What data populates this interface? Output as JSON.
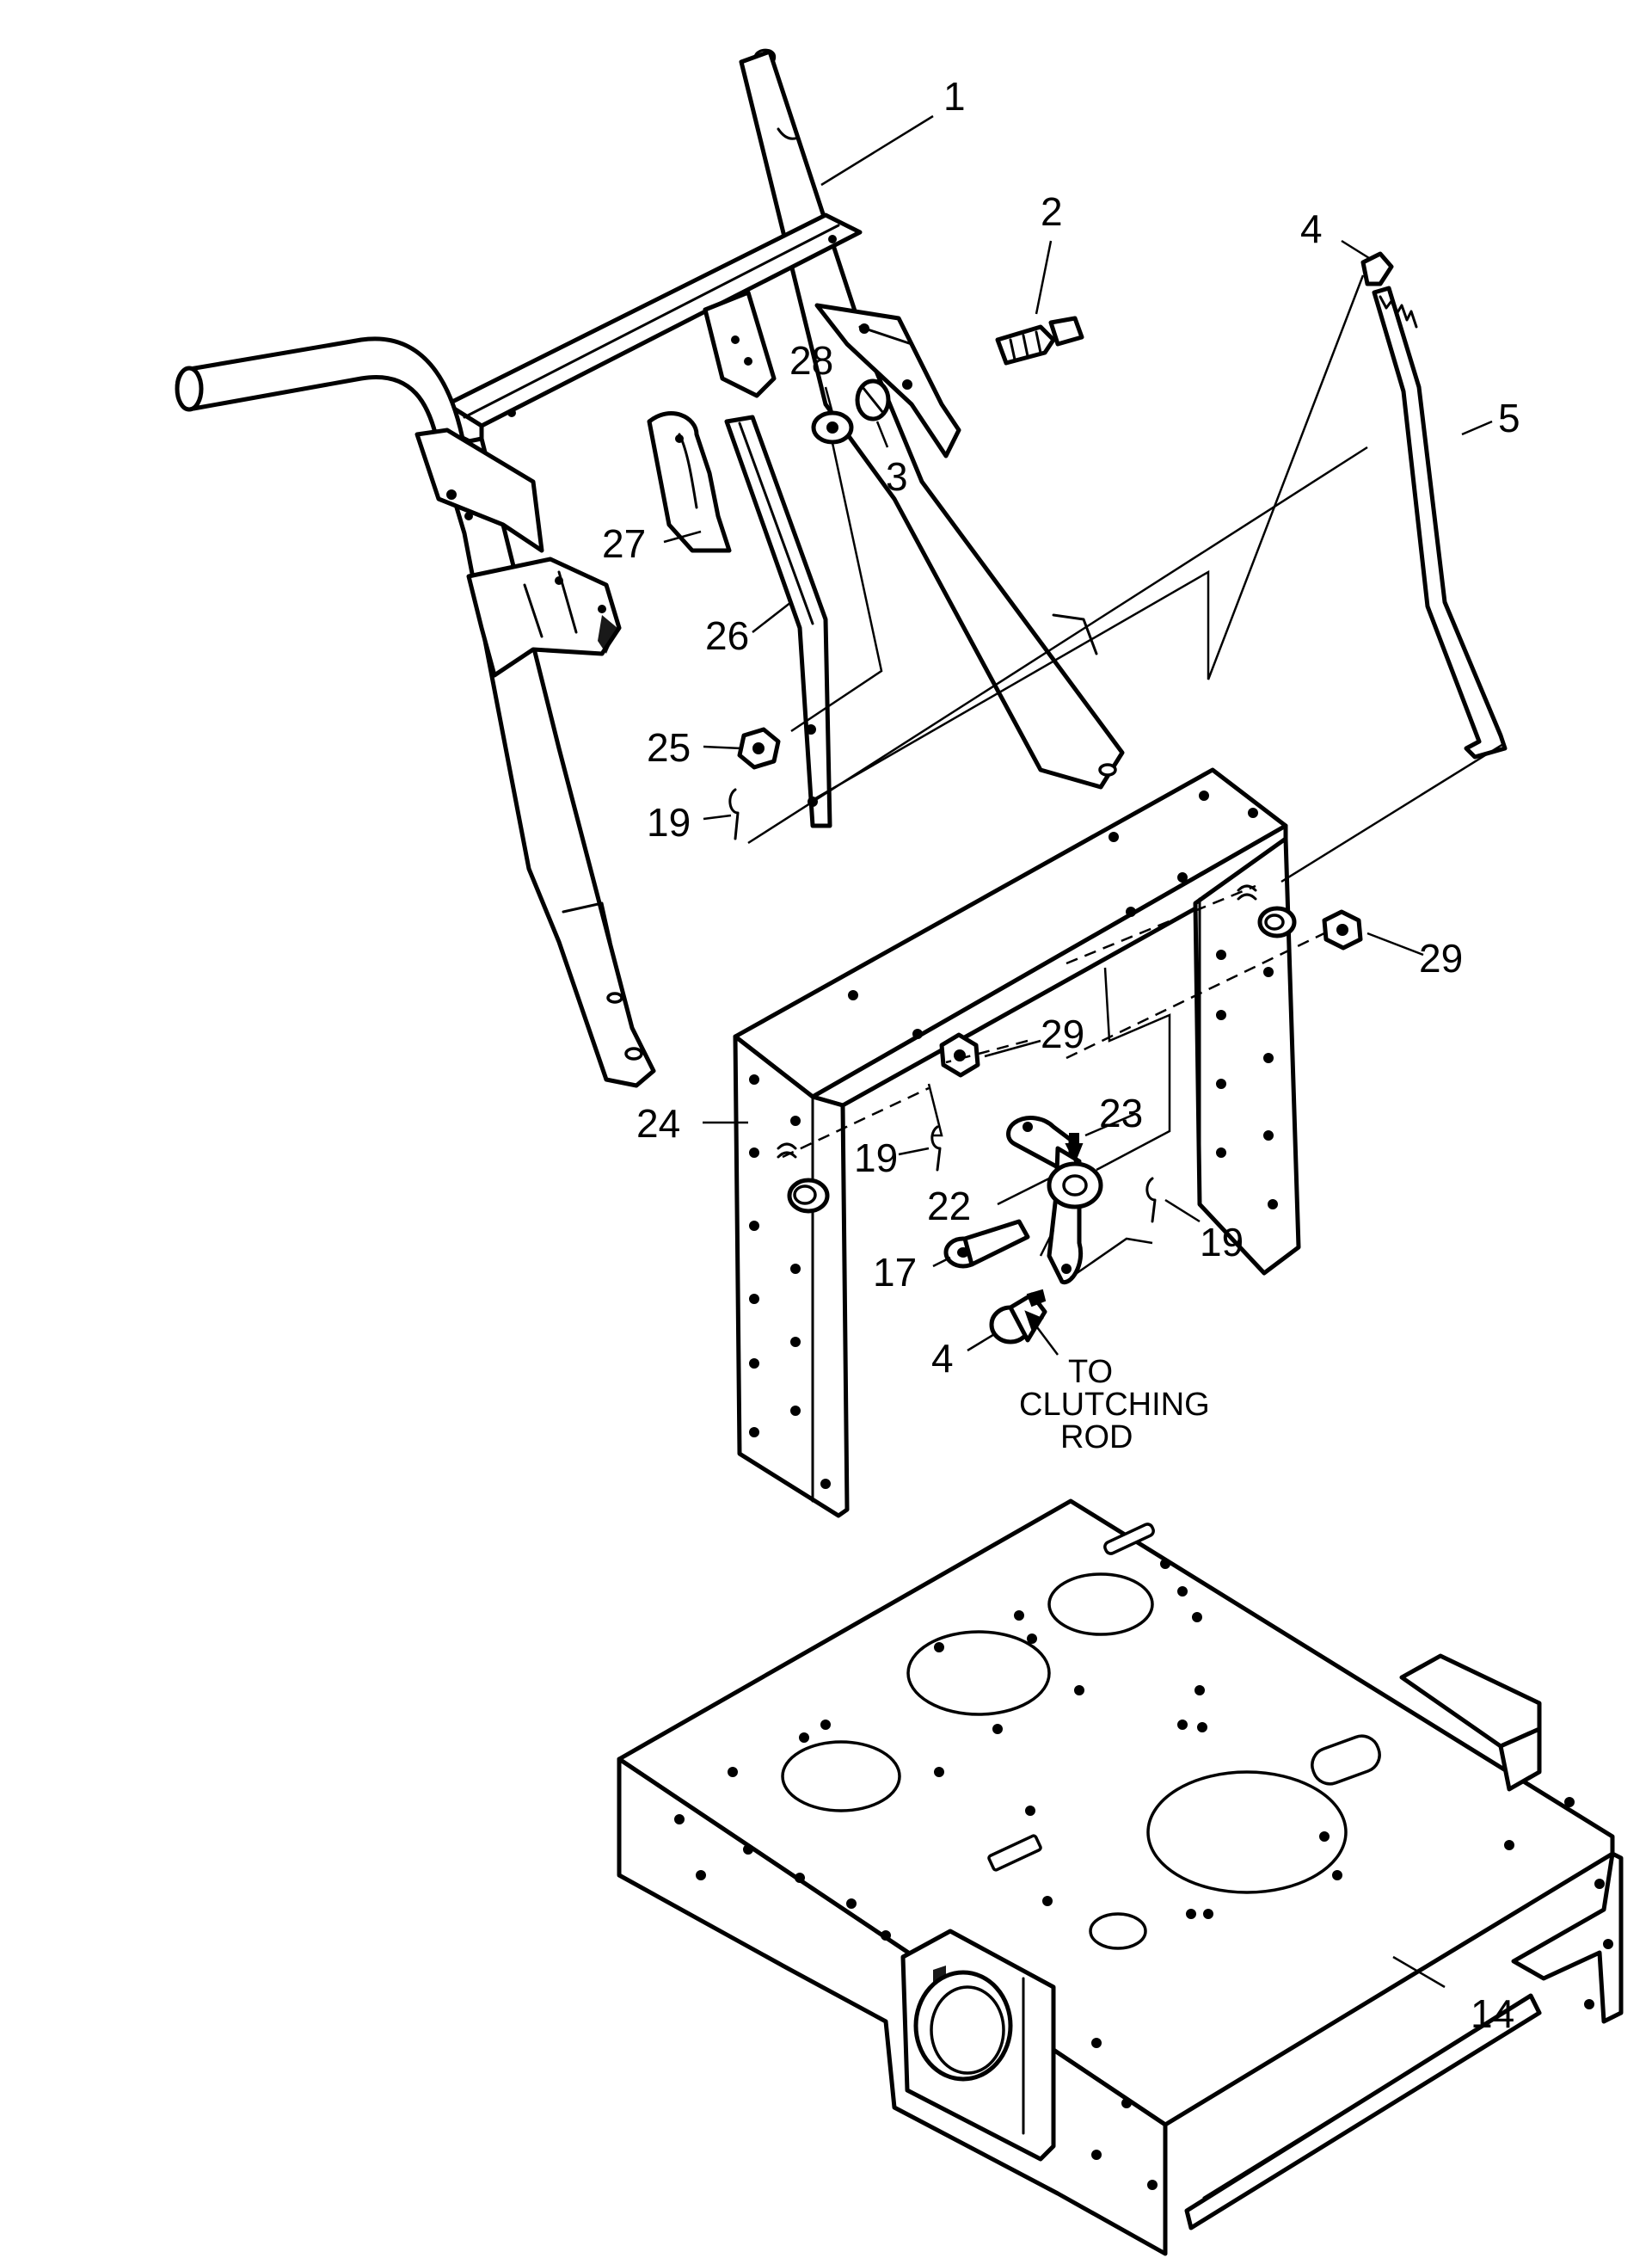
{
  "callouts": {
    "c1": "1",
    "c2": "2",
    "c3": "3",
    "c4_top": "4",
    "c5": "5",
    "c28": "28",
    "c27": "27",
    "c26": "26",
    "c25": "25",
    "c19_upper": "19",
    "c29_right": "29",
    "c29_mid": "29",
    "c24": "24",
    "c19_left": "19",
    "c23": "23",
    "c22": "22",
    "c19_right": "19",
    "c17": "17",
    "c4_bottom": "4",
    "c14": "14"
  },
  "note": {
    "line1": "TO",
    "line2": "CLUTCHING",
    "line3": "ROD"
  }
}
